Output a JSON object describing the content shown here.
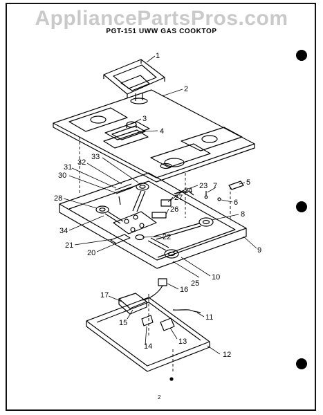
{
  "watermark": "AppliancePartsPros.com",
  "title": "PGT-151 UWW GAS COOKTOP",
  "page_number": "2",
  "callouts": [
    "1",
    "2",
    "3",
    "4",
    "5",
    "6",
    "7",
    "8",
    "9",
    "10",
    "11",
    "12",
    "13",
    "14",
    "15",
    "16",
    "17",
    "20",
    "21",
    "22",
    "23",
    "24",
    "25",
    "26",
    "27",
    "28",
    "30",
    "31",
    "32",
    "33",
    "34"
  ],
  "colors": {
    "ink": "#000000",
    "watermark": "#c9c9c9",
    "paper": "#ffffff"
  }
}
